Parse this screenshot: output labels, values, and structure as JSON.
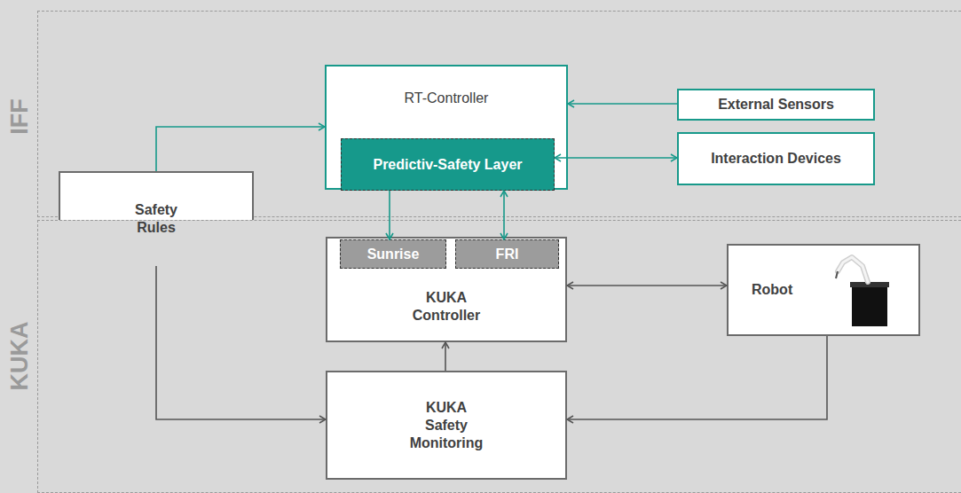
{
  "diagram": {
    "nodes": [
      {
        "text": [
          "IFF"
        ]
      },
      {
        "text": [
          "RT-Controller"
        ],
        "in": 0
      },
      {
        "text": [
          "Predictiv-Safety Layer"
        ],
        "in": 1
      },
      {
        "text": [
          "External Sensors"
        ],
        "in": 0
      },
      {
        "text": [
          "Interaction Devices"
        ],
        "in": 0
      },
      {
        "text": [
          "Safety Rules"
        ]
      },
      {
        "text": [
          "KUKA"
        ]
      },
      {
        "text": [
          "KUKA Controller"
        ],
        "in": 6
      },
      {
        "text": [
          "Sunrise"
        ],
        "in": 7
      },
      {
        "text": [
          "FRI"
        ],
        "in": 7
      },
      {
        "text": [
          "Robot"
        ],
        "in": 6
      },
      {
        "text": [
          "KUKA Safety Monitoring"
        ],
        "in": 6
      }
    ],
    "edges": [
      {
        "from": 3,
        "to": 1,
        "arrow": "to"
      },
      {
        "from": 2,
        "to": 4,
        "arrow": "both"
      },
      {
        "from": 5,
        "to": 1,
        "arrow": "to"
      },
      {
        "from": 5,
        "to": 11,
        "arrow": "to"
      },
      {
        "from": 2,
        "to": 8,
        "arrow": "to"
      },
      {
        "from": 2,
        "to": 9,
        "arrow": "both"
      },
      {
        "from": 7,
        "to": 10,
        "arrow": "both"
      },
      {
        "from": 11,
        "to": 7,
        "arrow": "to"
      },
      {
        "from": 10,
        "to": 11,
        "arrow": "to"
      }
    ]
  }
}
